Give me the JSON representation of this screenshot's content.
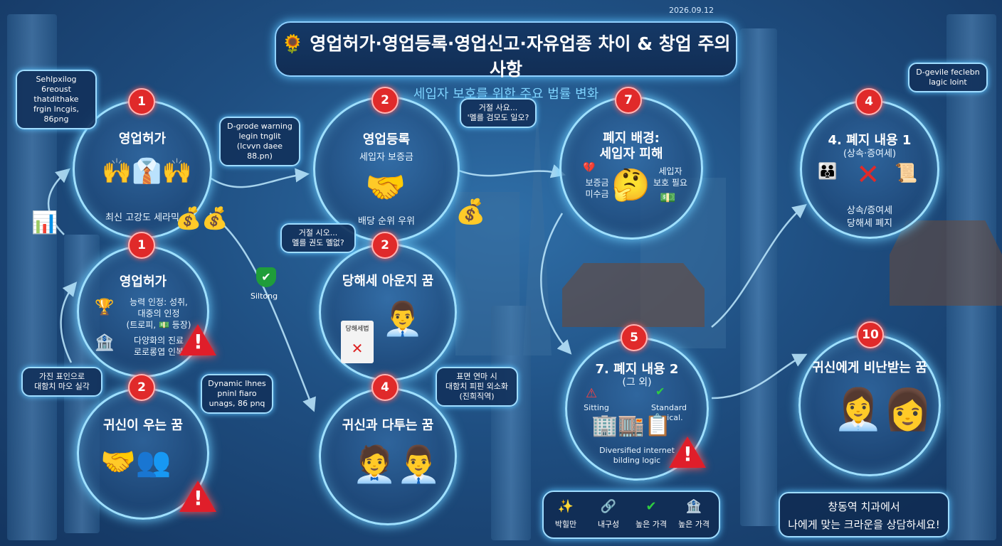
{
  "date": "2026.09.12",
  "header": {
    "title_icon": "sunflower-icon",
    "title": "영업허가·영업등록·영업신고·자유업종 차이 & 창업 주의사항",
    "subtitle": "세입자 보호를 위한 주요 법률 변화"
  },
  "nodes": [
    {
      "id": "n1a",
      "badge": "1",
      "title": "영업허가",
      "text": "최신 고강도 세라믹"
    },
    {
      "id": "n1b",
      "badge": "1",
      "title": "영업허가",
      "lines": [
        "능력 인정: 성취,",
        "대중의 인정",
        "(트로피, 💵 등장)",
        "다양화의 진료",
        "로로롱엽 인복"
      ]
    },
    {
      "id": "n2a",
      "badge": "2",
      "title": "귀신이 우는 꿈"
    },
    {
      "id": "n2b",
      "badge": "2",
      "title": "영업등록",
      "text1": "세입자 보증금",
      "text2": "배당 순위 우위"
    },
    {
      "id": "n2c",
      "badge": "2",
      "title": "당해세 아운지 꿈",
      "doc": "당해세법"
    },
    {
      "id": "n4a",
      "badge": "4",
      "title": "귀신과 다투는 꿈"
    },
    {
      "id": "n7",
      "badge": "7",
      "title1": "폐지 배경:",
      "title2": "세입자 피해",
      "left1": "보증금",
      "left2": "미수금",
      "right1": "세입자",
      "right2": "보호 필요"
    },
    {
      "id": "n5",
      "badge": "5",
      "title": "7. 폐지 내용 2",
      "title2": "(그 외)",
      "warn_label": "Sitting",
      "ok_label1": "Standard",
      "ok_label2": "logical.",
      "caption1": "Diversified internet",
      "caption2": "bilding logic"
    },
    {
      "id": "n4b",
      "badge": "4",
      "title": "4. 폐지 내용 1",
      "title2": "(상속·증여세)",
      "text1": "상속/증여세",
      "text2": "당해세 폐지"
    },
    {
      "id": "n10",
      "badge": "10",
      "title": "귀신에게 비난받는 꿈"
    }
  ],
  "bubbles": [
    {
      "id": "b1",
      "lines": [
        "Sehlpxilog",
        "6reoust thatdithake",
        "frgin lncgis, 86png"
      ]
    },
    {
      "id": "b2",
      "lines": [
        "D-grode warning",
        "legin tnglit",
        "(lcvvn daee 88.pn)"
      ]
    },
    {
      "id": "b3",
      "lines": [
        "거절 사요...",
        "'멜를 검모도 일오?"
      ]
    },
    {
      "id": "b4",
      "lines": [
        "거절 시오...",
        "멜를 권도 멜없?"
      ]
    },
    {
      "id": "b5",
      "lines": [
        "가진 표인으로",
        "대함치 마오 실각"
      ]
    },
    {
      "id": "b6",
      "lines": [
        "Dynamic lhnes",
        "pninl fiaro",
        "unags, 86 pnq"
      ]
    },
    {
      "id": "b7",
      "lines": [
        "표면 연마 시",
        "대함치 피핀 외소화",
        "(진희직역)"
      ]
    },
    {
      "id": "b8",
      "lines": [
        "D-gevile feclebn",
        "lagic loint"
      ]
    }
  ],
  "shield_label": "Siltong",
  "bottom_bar": [
    {
      "icon": "tooth-sparkle-icon",
      "label": "박힐만"
    },
    {
      "icon": "link-icon",
      "label": "내구성"
    },
    {
      "icon": "shield-check-icon",
      "label": "높은 가격"
    },
    {
      "icon": "money-bank-icon",
      "label": "높은 가격"
    }
  ],
  "cta": {
    "line1": "창동역 치과에서",
    "line2": "나에게 맞는 크라운을 상담하세요!"
  },
  "colors": {
    "accent": "#9fe0ff",
    "badge": "#e02a2a",
    "background": "#1f4f82"
  }
}
